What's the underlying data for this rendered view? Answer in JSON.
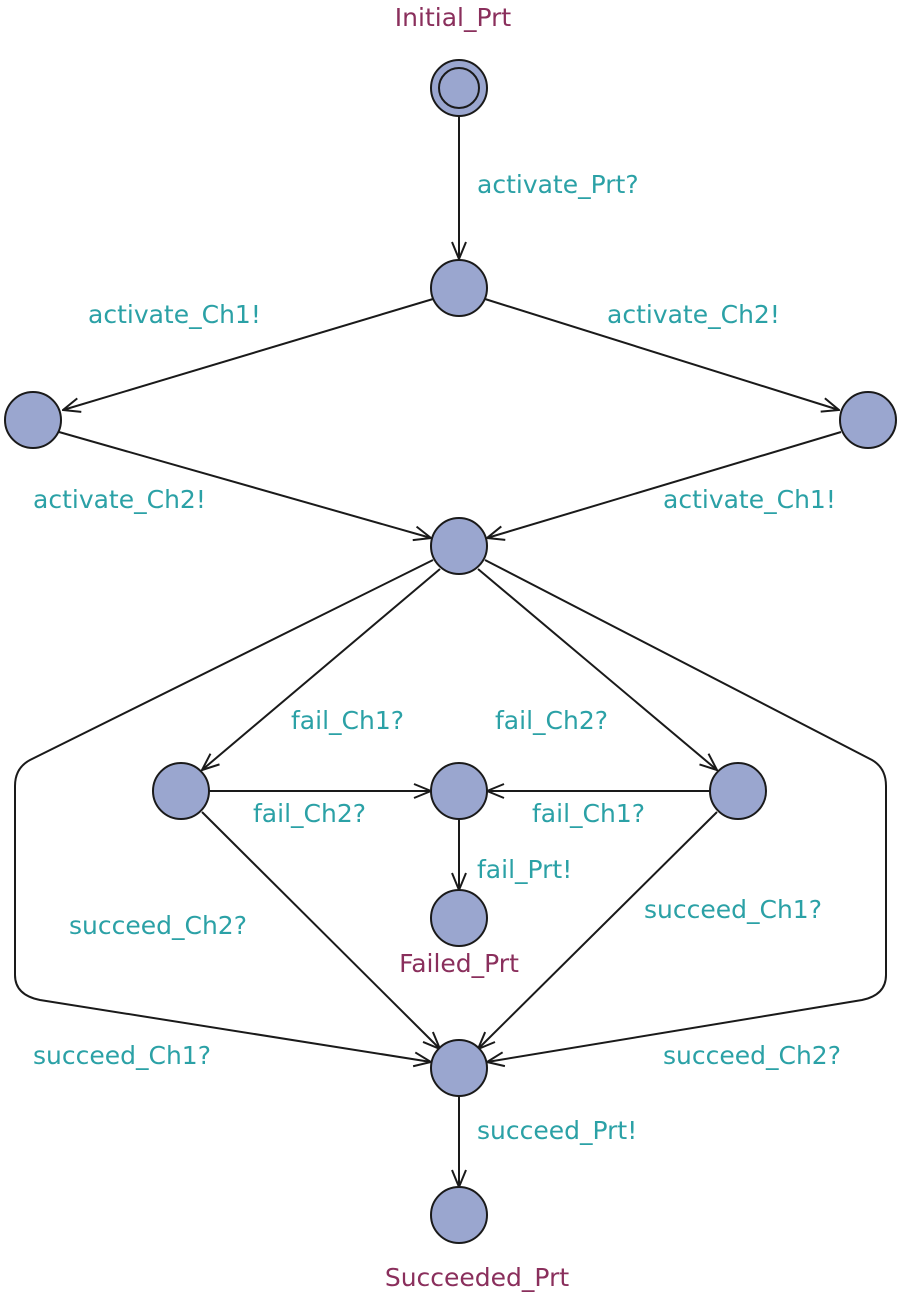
{
  "colors": {
    "node_fill": "#9aa6cf",
    "edge_label": "#2ba1a6",
    "node_label": "#8a2f5c",
    "stroke": "#1a1a1a"
  },
  "locations": {
    "initial": "Initial_Prt",
    "failed": "Failed_Prt",
    "succeeded": "Succeeded_Prt"
  },
  "transitions": {
    "activate_prt": "activate_Prt?",
    "left_activate_ch1": "activate_Ch1!",
    "right_activate_ch2": "activate_Ch2!",
    "left_activate_ch2": "activate_Ch2!",
    "right_activate_ch1": "activate_Ch1!",
    "fail_ch1_center": "fail_Ch1?",
    "fail_ch2_center": "fail_Ch2?",
    "fail_ch2_left": "fail_Ch2?",
    "fail_ch1_right": "fail_Ch1?",
    "fail_prt": "fail_Prt!",
    "succeed_ch2_left": "succeed_Ch2?",
    "succeed_ch1_right": "succeed_Ch1?",
    "succeed_ch1_outer": "succeed_Ch1?",
    "succeed_ch2_outer": "succeed_Ch2?",
    "succeed_prt": "succeed_Prt!"
  }
}
